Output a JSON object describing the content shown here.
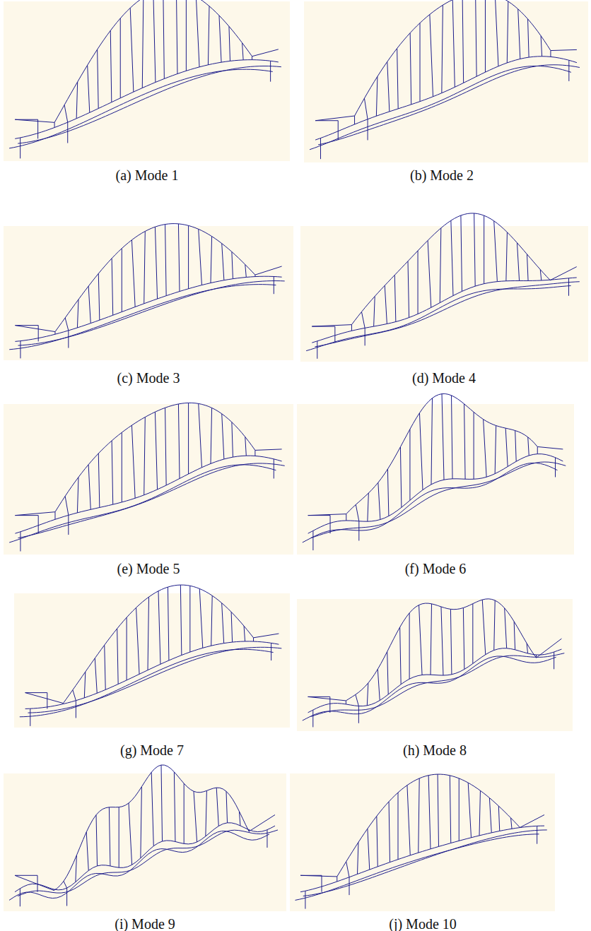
{
  "diagram": {
    "labels": [
      "(a) Mode 1",
      "(b) Mode 2",
      "(c) Mode 3",
      "(d) Mode 4",
      "(e) Mode 5",
      "(f) Mode 6",
      "(g) Mode 7",
      "(h) Mode 8",
      "(i) Mode 9",
      "(j) Mode 10"
    ]
  }
}
